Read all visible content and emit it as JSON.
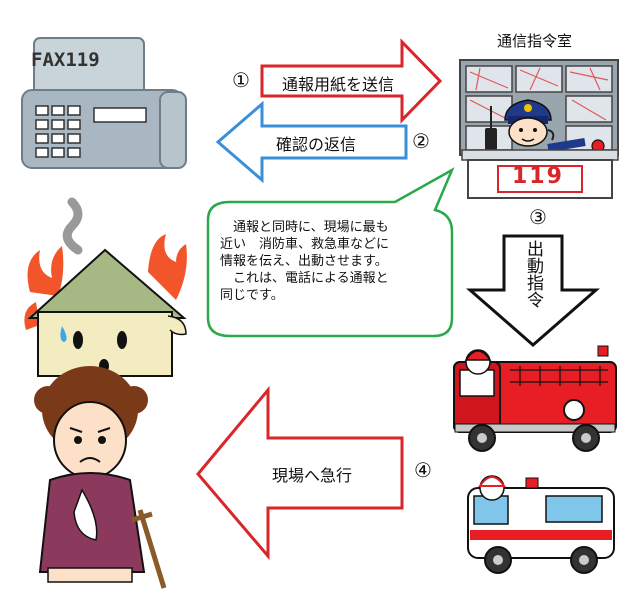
{
  "fax": {
    "label": "FAX119"
  },
  "control_room": {
    "title": "通信指令室",
    "sign": "119"
  },
  "steps": {
    "s1": {
      "number": "①",
      "label": "通報用紙を送信"
    },
    "s2": {
      "number": "②",
      "label": "確認の返信"
    },
    "s3": {
      "number": "③",
      "label": "出動指令"
    },
    "s4": {
      "number": "④",
      "label": "現場へ急行"
    }
  },
  "bubble": {
    "line1": "　通報と同時に、現場に最も",
    "line2": "近い　消防車、救急車などに",
    "line3": "情報を伝え、出動させます。",
    "line4": "　これは、電話による通報と",
    "line5": "同じです。"
  },
  "colors": {
    "arrow_red": "#d8262a",
    "arrow_blue": "#3a8fd8",
    "bubble_border": "#2aa84a",
    "fax_body": "#a9b7c2",
    "fire": "#f2552a"
  }
}
